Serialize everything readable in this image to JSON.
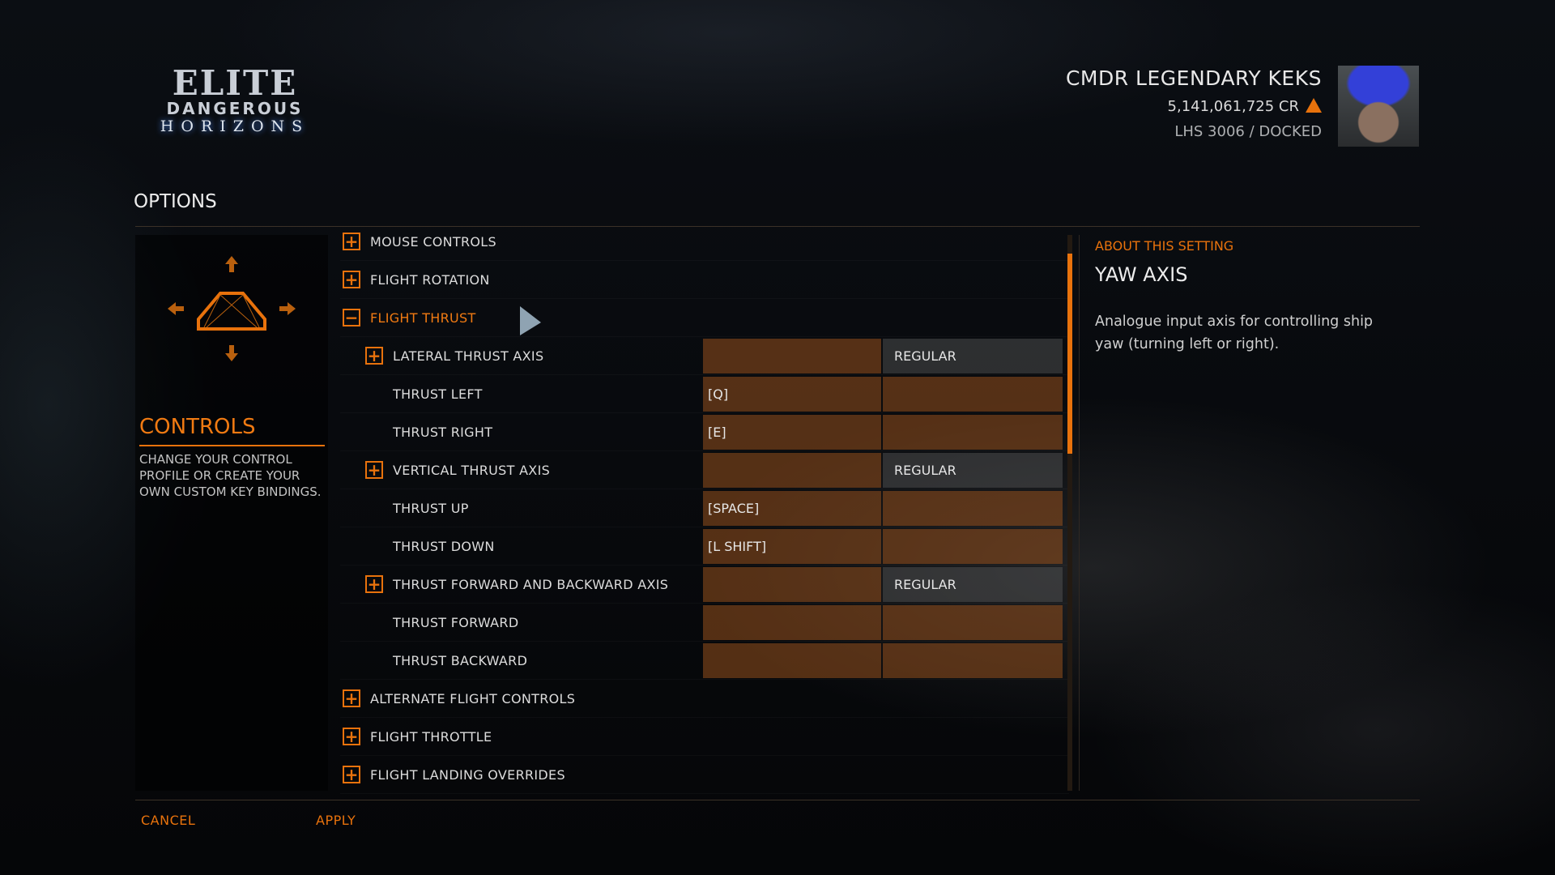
{
  "logo": {
    "line1": "ELITE",
    "line2": "DANGEROUS",
    "line3": "HORIZONS"
  },
  "commander": {
    "name": "CMDR LEGENDARY KEKS",
    "credits": "5,141,061,725 CR",
    "location": "LHS 3006 / DOCKED"
  },
  "page_title": "OPTIONS",
  "left_panel": {
    "title": "CONTROLS",
    "description": "CHANGE YOUR CONTROL PROFILE OR CREATE YOUR OWN CUSTOM KEY BINDINGS."
  },
  "rows": [
    {
      "label": "MOUSE CONTROLS",
      "icon": "plus",
      "level": 0
    },
    {
      "label": "FLIGHT ROTATION",
      "icon": "plus",
      "level": 0
    },
    {
      "label": "FLIGHT THRUST",
      "icon": "minus",
      "level": 0,
      "active": true
    },
    {
      "label": "LATERAL THRUST AXIS",
      "icon": "plus",
      "level": 1,
      "primary": "",
      "secondary": "REGULAR",
      "axis": true
    },
    {
      "label": "THRUST LEFT",
      "level": 1,
      "primary": "[Q]",
      "secondary": ""
    },
    {
      "label": "THRUST RIGHT",
      "level": 1,
      "primary": "[E]",
      "secondary": ""
    },
    {
      "label": "VERTICAL THRUST AXIS",
      "icon": "plus",
      "level": 1,
      "primary": "",
      "secondary": "REGULAR",
      "axis": true
    },
    {
      "label": "THRUST UP",
      "level": 1,
      "primary": "[SPACE]",
      "secondary": ""
    },
    {
      "label": "THRUST DOWN",
      "level": 1,
      "primary": "[L SHIFT]",
      "secondary": ""
    },
    {
      "label": "THRUST FORWARD AND BACKWARD AXIS",
      "icon": "plus",
      "level": 1,
      "primary": "",
      "secondary": "REGULAR",
      "axis": true
    },
    {
      "label": "THRUST FORWARD",
      "level": 1,
      "primary": "",
      "secondary": ""
    },
    {
      "label": "THRUST BACKWARD",
      "level": 1,
      "primary": "",
      "secondary": ""
    },
    {
      "label": "ALTERNATE FLIGHT CONTROLS",
      "icon": "plus",
      "level": 0
    },
    {
      "label": "FLIGHT THROTTLE",
      "icon": "plus",
      "level": 0
    },
    {
      "label": "FLIGHT LANDING OVERRIDES",
      "icon": "plus",
      "level": 0
    }
  ],
  "about": {
    "heading": "ABOUT THIS SETTING",
    "title": "YAW AXIS",
    "description": "Analogue input axis for controlling ship yaw (turning left or right)."
  },
  "footer": {
    "cancel": "CANCEL",
    "apply": "APPLY"
  },
  "colors": {
    "accent": "#e8720c"
  }
}
